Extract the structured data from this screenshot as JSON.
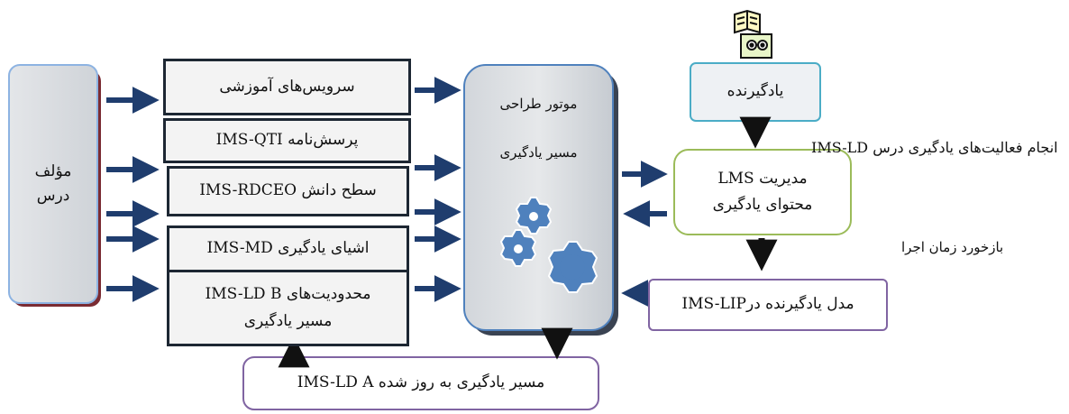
{
  "author": {
    "line1": "مؤلف",
    "line2": "درس"
  },
  "services": [
    "سرویس‌های آموزشی",
    "پرسش‌نامه IMS-QTI",
    "سطح دانش IMS-RDCEO",
    "اشیای یادگیری IMS-MD"
  ],
  "constraints": {
    "line1": "محدودیت‌های IMS-LD B",
    "line2": "مسیر یادگیری"
  },
  "engine": {
    "line1": "موتور طراحی",
    "line2": "مسیر یادگیری"
  },
  "learner": {
    "label": "یادگیرنده",
    "icon": "reading-learner-icon"
  },
  "activities_label": "انجام فعالیت‌های یادگیری درس IMS-LD",
  "lms": {
    "line1": "مدیریت LMS",
    "line2": "محتوای یادگیری"
  },
  "feedback_label": "بازخورد زمان اجرا",
  "learner_model": "مدل یادگیرنده درIMS-LIP",
  "updated_path": "مسیر یادگیری به روز شده IMS-LD A",
  "colors": {
    "arrow": "#1f3d6e",
    "arrow_dark": "#111111",
    "gear": "#4f81bd",
    "frame": "#1d2733",
    "lms_border": "#9bbb59",
    "model_border": "#8064a2",
    "learner_border": "#4bacc6",
    "author_border": "#8db3e2"
  }
}
